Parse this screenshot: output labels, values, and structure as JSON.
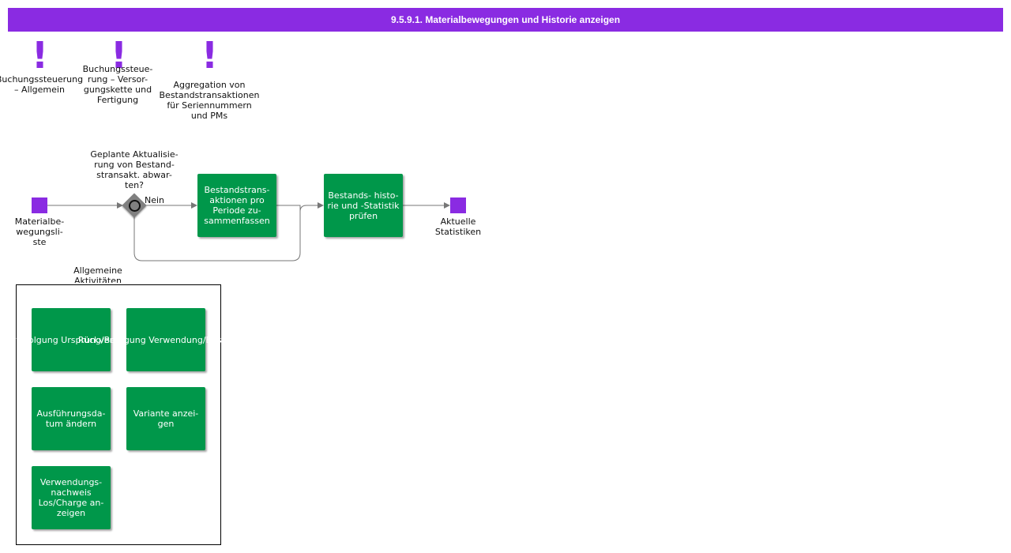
{
  "title": "9.5.9.1. Materialbewegungen und Historie anzeigen",
  "colors": {
    "accent": "#8a2be2",
    "activity": "#00974a",
    "gateway": "#808080"
  },
  "annotations": [
    {
      "icon": "exclamation-icon",
      "label": "Buchungssteuerung\n–  Allgemein"
    },
    {
      "icon": "exclamation-icon",
      "label": "Buchungssteue-\nrung – Versor-\ngungskette und\nFertigung"
    },
    {
      "icon": "exclamation-icon",
      "label": "Aggregation    von\nBestandstransaktionen\nfür    Seriennummern\nund PMs"
    }
  ],
  "flow": {
    "start_event": "Materialbe-\nwegungsli-\nste",
    "gateway_question": "Geplante Aktualisie-\nrung von Bestand-\nstransakt. abwar-\nten?",
    "gateway_branch": "Nein",
    "activity1": "Bestandstrans-\naktionen     pro\nPeriode      zu-\nsammenfassen",
    "activity2": "Bestands- histo-\nrie und -Statistik\nprüfen",
    "end_event": "Aktuelle\nStatistiken"
  },
  "group": {
    "label": "Allgemeine\nAktivitäten",
    "items": [
      "Rückverfolgung\nUrsprung/Bestandart",
      "Rückverfolgung\nVerwendung/Bestandart",
      "Ausführungsda-\ntum ändern",
      "Variante anzei-\ngen",
      "Verwendungs-\nnachweis\nLos/Charge   an-\nzeigen"
    ]
  }
}
